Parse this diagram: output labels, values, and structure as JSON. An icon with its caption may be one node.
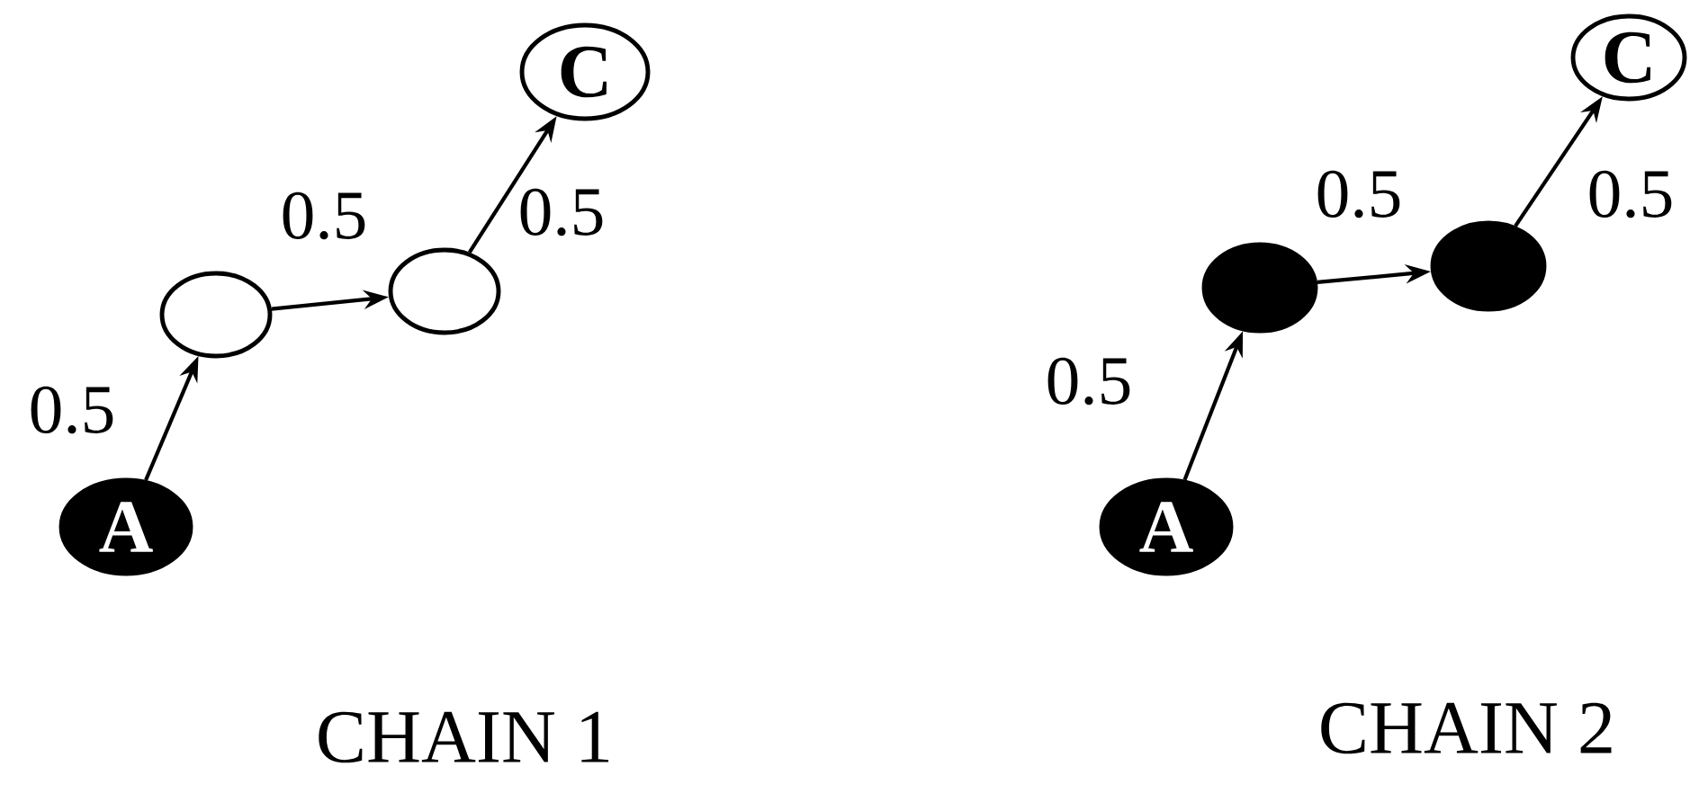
{
  "diagram": {
    "nodes": [
      {
        "text": [
          "A"
        ]
      },
      {
        "text": [],
        "shape": "circle"
      },
      {
        "text": [],
        "shape": "circle"
      },
      {
        "text": [
          "C"
        ]
      },
      {
        "text": [
          "A"
        ]
      },
      {
        "text": [],
        "shape": "dot"
      },
      {
        "text": [],
        "shape": "dot"
      },
      {
        "text": [
          "C"
        ]
      }
    ],
    "edges": [
      {
        "from": 0,
        "to": 1,
        "arrow": "to",
        "label": "0.5"
      },
      {
        "from": 1,
        "to": 2,
        "arrow": "to",
        "label": "0.5"
      },
      {
        "from": 2,
        "to": 3,
        "arrow": "to",
        "label": "0.5"
      },
      {
        "from": 4,
        "to": 5,
        "arrow": "to",
        "label": "0.5"
      },
      {
        "from": 5,
        "to": 6,
        "arrow": "to",
        "label": "0.5"
      },
      {
        "from": 6,
        "to": 7,
        "arrow": "to",
        "label": "0.5"
      }
    ],
    "labels": [
      "CHAIN 1",
      "CHAIN 2"
    ]
  }
}
